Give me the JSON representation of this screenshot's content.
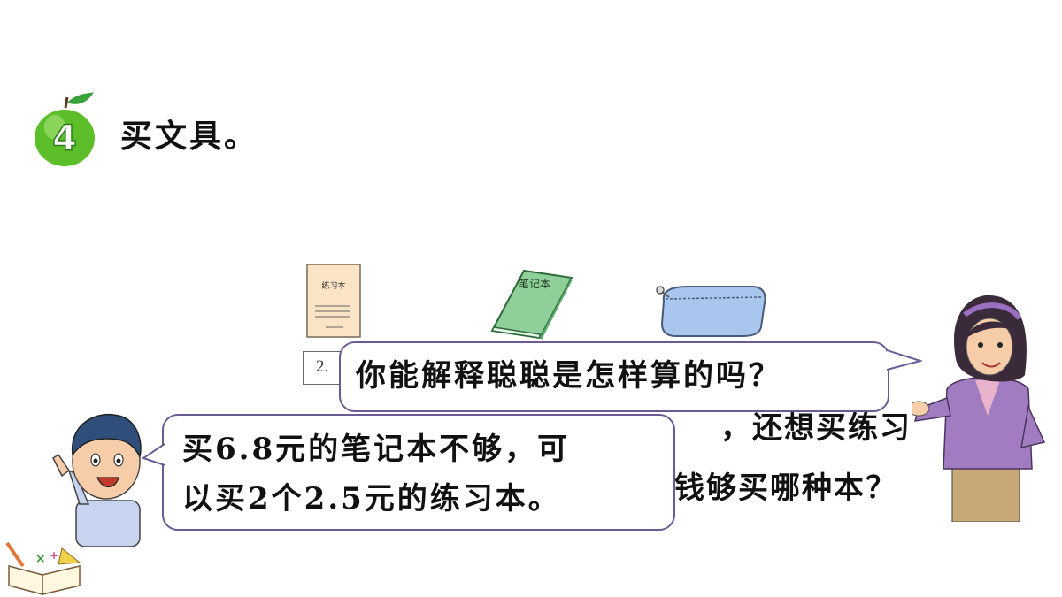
{
  "problem": {
    "number": "4",
    "title": "买文具。",
    "line1_visible_tail": "，还想买练习",
    "line2_visible_tail": "钱够买哪种本？"
  },
  "items": {
    "exercise_book_label": "练习本",
    "notebook_label": "笔记本",
    "price_tag_visible": "2."
  },
  "teacher_bubble": {
    "text": "你能解释聪聪是怎样算的吗？"
  },
  "boy_bubble": {
    "line1": "买6.8元的笔记本不够，可",
    "line2": "以买2个2.5元的练习本。"
  },
  "colors": {
    "bubble_border": "#6b5b95",
    "apple_green": "#5cbf2a",
    "notebook_green": "#8fcf9a",
    "pencil_case_blue": "#a9c6ee",
    "teacher_jacket": "#a27cc0"
  }
}
